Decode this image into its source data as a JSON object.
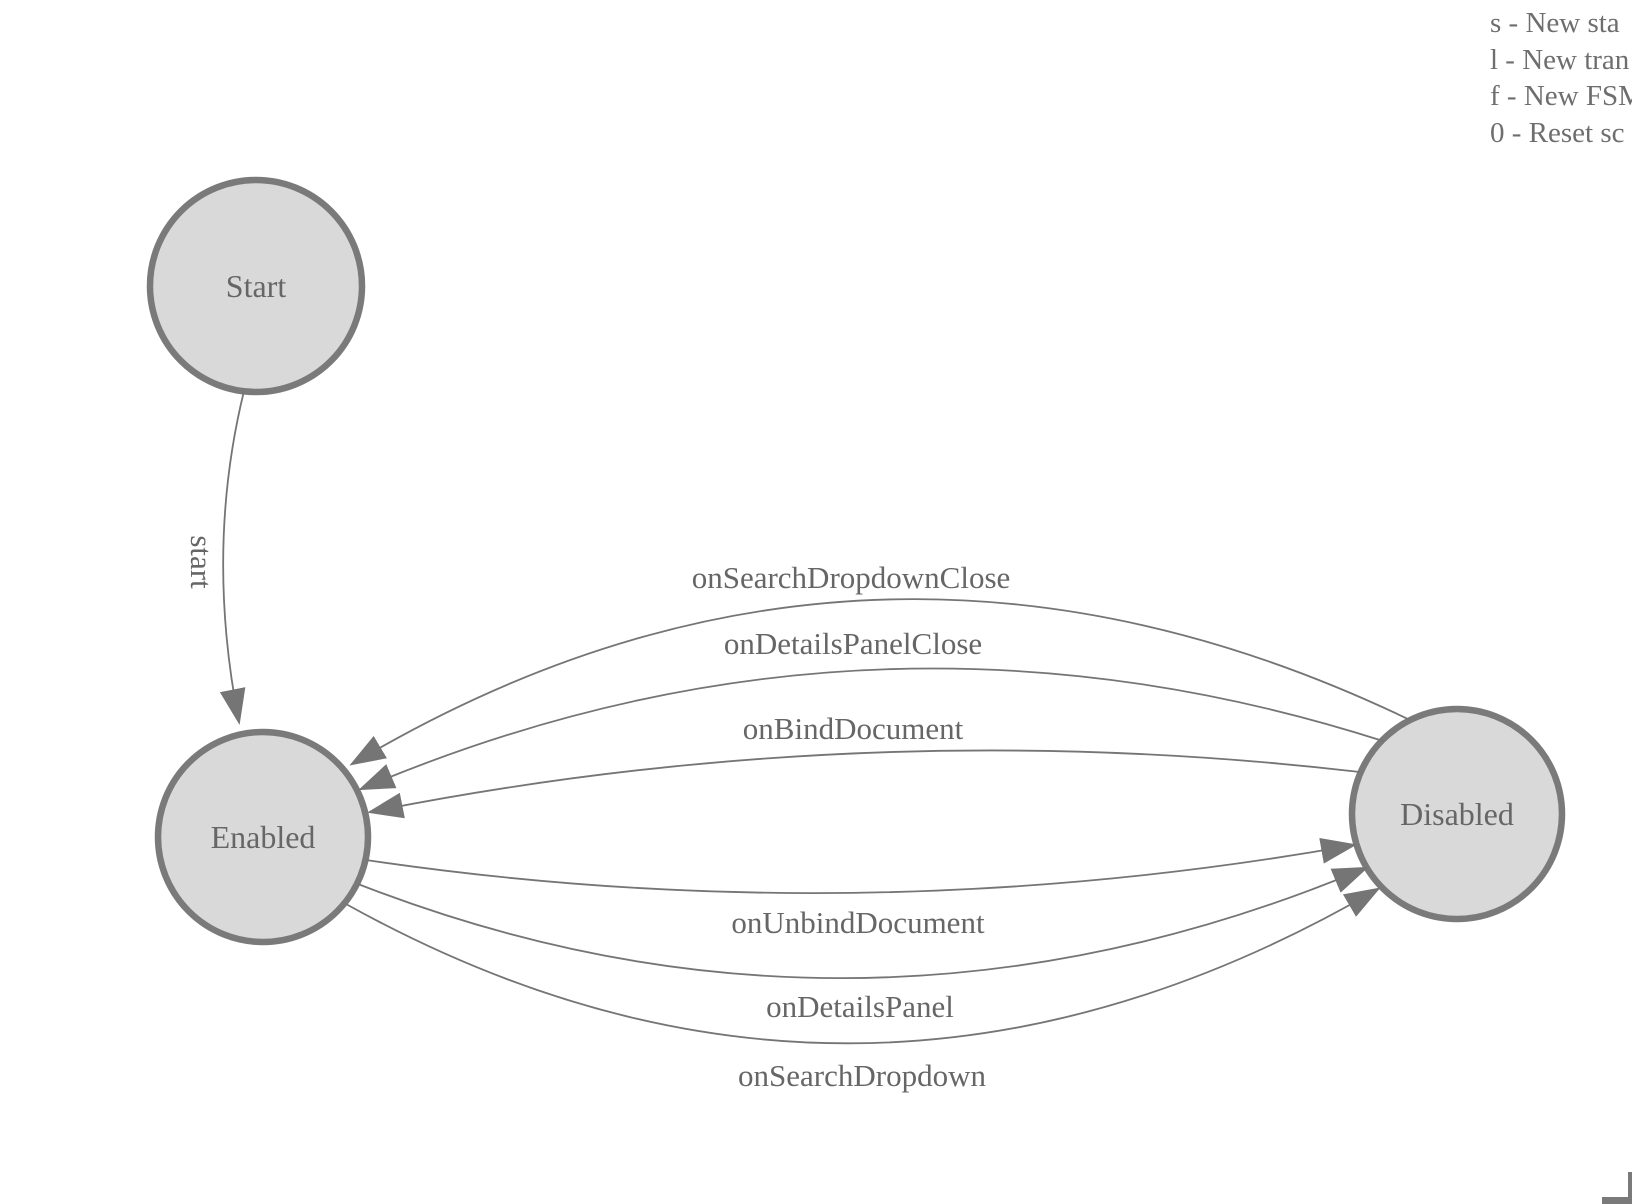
{
  "legend": {
    "lines": [
      "s - New sta",
      "l - New tran",
      "f - New FSM",
      "0 - Reset sc"
    ]
  },
  "nodes": {
    "start": {
      "label": "Start"
    },
    "enabled": {
      "label": "Enabled"
    },
    "disabled": {
      "label": "Disabled"
    }
  },
  "edges": [
    {
      "from": "Start",
      "to": "Enabled",
      "label": "start"
    },
    {
      "from": "Disabled",
      "to": "Enabled",
      "label": "onSearchDropdownClose"
    },
    {
      "from": "Disabled",
      "to": "Enabled",
      "label": "onDetailsPanelClose"
    },
    {
      "from": "Disabled",
      "to": "Enabled",
      "label": "onBindDocument"
    },
    {
      "from": "Enabled",
      "to": "Disabled",
      "label": "onUnbindDocument"
    },
    {
      "from": "Enabled",
      "to": "Disabled",
      "label": "onDetailsPanel"
    },
    {
      "from": "Enabled",
      "to": "Disabled",
      "label": "onSearchDropdown"
    }
  ],
  "colors": {
    "node_fill": "#d9d9d9",
    "node_stroke": "#7a7a7a",
    "edge_stroke": "#757575",
    "label_text": "#666666",
    "legend_text": "#6e6e6e",
    "background": "#ffffff"
  }
}
